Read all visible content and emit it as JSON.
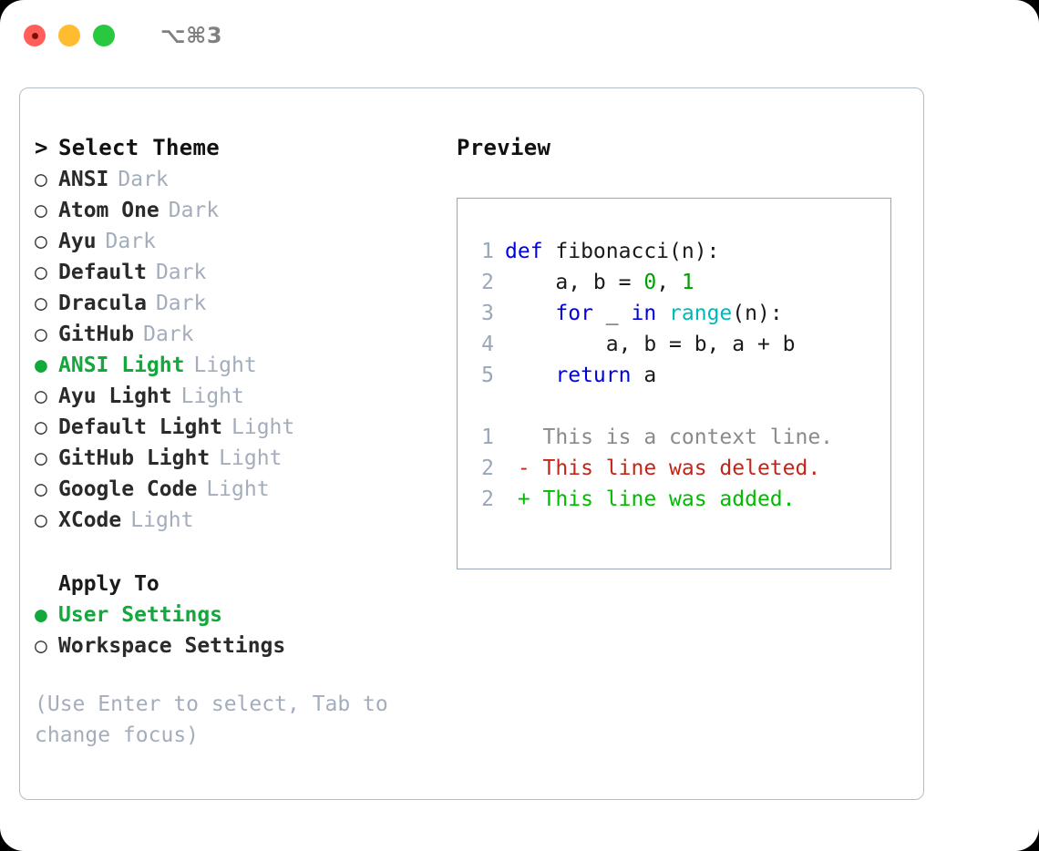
{
  "titlebar": {
    "shortcut": "⌥⌘3",
    "lights": [
      "close",
      "minimize",
      "maximize"
    ]
  },
  "left": {
    "heading": "Select Theme",
    "caret": ">",
    "bullet_selected": "●",
    "bullet_unselected": "○",
    "themes": [
      {
        "name": "ANSI",
        "kind": "Dark",
        "selected": false
      },
      {
        "name": "Atom One",
        "kind": "Dark",
        "selected": false
      },
      {
        "name": "Ayu",
        "kind": "Dark",
        "selected": false
      },
      {
        "name": "Default",
        "kind": "Dark",
        "selected": false
      },
      {
        "name": "Dracula",
        "kind": "Dark",
        "selected": false
      },
      {
        "name": "GitHub",
        "kind": "Dark",
        "selected": false
      },
      {
        "name": "ANSI Light",
        "kind": "Light",
        "selected": true
      },
      {
        "name": "Ayu Light",
        "kind": "Light",
        "selected": false
      },
      {
        "name": "Default Light",
        "kind": "Light",
        "selected": false
      },
      {
        "name": "GitHub Light",
        "kind": "Light",
        "selected": false
      },
      {
        "name": "Google Code",
        "kind": "Light",
        "selected": false
      },
      {
        "name": "XCode",
        "kind": "Light",
        "selected": false
      }
    ],
    "apply_to_label": "Apply To",
    "apply_options": [
      {
        "name": "User Settings",
        "selected": true
      },
      {
        "name": "Workspace Settings",
        "selected": false
      }
    ],
    "hint": "(Use Enter to select, Tab to change focus)"
  },
  "right": {
    "title": "Preview",
    "code_lines": [
      {
        "num": "1",
        "tokens": [
          {
            "t": "def",
            "c": "kw"
          },
          {
            "t": " fibonacci(n):",
            "c": "plain"
          }
        ]
      },
      {
        "num": "2",
        "tokens": [
          {
            "t": "    a, b = ",
            "c": "plain"
          },
          {
            "t": "0",
            "c": "num"
          },
          {
            "t": ", ",
            "c": "plain"
          },
          {
            "t": "1",
            "c": "num"
          }
        ]
      },
      {
        "num": "3",
        "tokens": [
          {
            "t": "    ",
            "c": "plain"
          },
          {
            "t": "for",
            "c": "kw"
          },
          {
            "t": " _ ",
            "c": "plain"
          },
          {
            "t": "in",
            "c": "kw"
          },
          {
            "t": " ",
            "c": "plain"
          },
          {
            "t": "range",
            "c": "fn"
          },
          {
            "t": "(n):",
            "c": "plain"
          }
        ]
      },
      {
        "num": "4",
        "tokens": [
          {
            "t": "        a, b = b, a + b",
            "c": "plain"
          }
        ]
      },
      {
        "num": "5",
        "tokens": [
          {
            "t": "    ",
            "c": "plain"
          },
          {
            "t": "return",
            "c": "kw"
          },
          {
            "t": " a",
            "c": "plain"
          }
        ]
      }
    ],
    "diff_lines": [
      {
        "num": "1",
        "marker": " ",
        "text": "This is a context line.",
        "kind": "ctx"
      },
      {
        "num": "2",
        "marker": "-",
        "text": "This line was deleted.",
        "kind": "del"
      },
      {
        "num": "2",
        "marker": "+",
        "text": "This line was added.",
        "kind": "add"
      }
    ]
  },
  "colors": {
    "selection_green": "#12a83c",
    "muted": "#a3adbc",
    "keyword_blue": "#0000e6",
    "function_cyan": "#00b8b8",
    "number_green": "#00a000",
    "diff_delete_red": "#c2261a",
    "diff_add_green": "#00bb00",
    "border": "#b4bcca",
    "preview_border": "#9aa7b8"
  }
}
